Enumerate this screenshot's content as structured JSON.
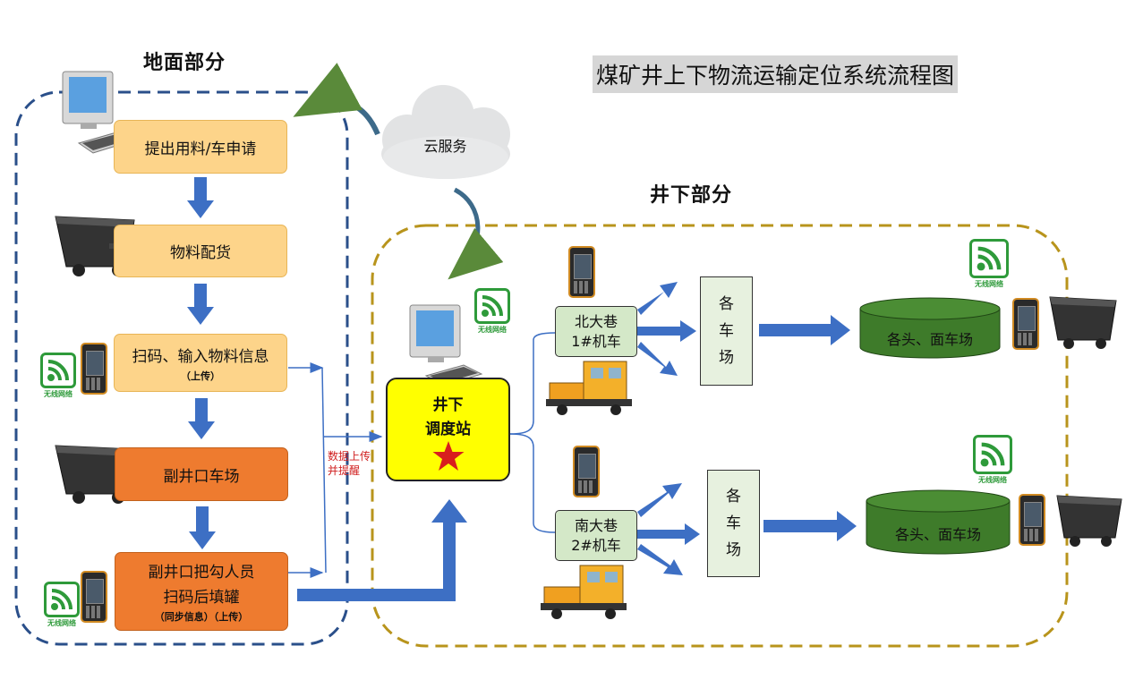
{
  "title": "煤矿井上下物流运输定位系统流程图",
  "sections": {
    "ground": "地面部分",
    "underground": "井下部分"
  },
  "cloud": {
    "label": "云服务"
  },
  "ground_steps": {
    "apply": "提出用料/车申请",
    "allocate": "物料配货",
    "scan_main": "扫码、输入物料信息",
    "scan_sub": "（上传）",
    "yard": "副井口车场",
    "hook_line1": "副井口把勾人员",
    "hook_line2": "扫码后填罐",
    "hook_sub": "（同步信息）（上传）"
  },
  "upload_note": {
    "line1": "数据上传",
    "line2": "并提醒"
  },
  "dispatch": {
    "line1": "井下",
    "line2": "调度站"
  },
  "north": {
    "line1": "北大巷",
    "line2": "1#机车"
  },
  "south": {
    "line1": "南大巷",
    "line2": "2#机车"
  },
  "yard_vertical": [
    "各",
    "车",
    "场"
  ],
  "destination": "各头、面车场",
  "wifi_caption": "无线网络",
  "colors": {
    "dash_blue": "#2a4f8a",
    "dash_gold": "#b8941c",
    "arrow_blue": "#3d6fc4",
    "yellow_box": "#fdd48a",
    "orange_box": "#ee7b2f",
    "dispatch": "#ffff00",
    "star": "#d81e1e",
    "cylinder": "#3e7b2a",
    "cloud": "#e2e3e4"
  }
}
